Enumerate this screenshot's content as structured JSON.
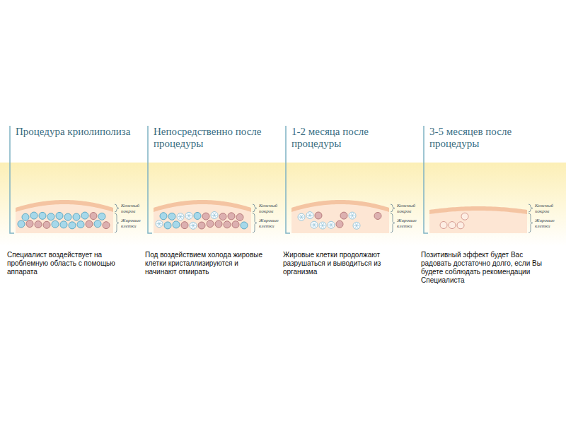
{
  "diagram": {
    "labels": [
      "Процедура криолиполиза",
      "Кожный покров",
      "Жировые клетки",
      "Специалист воздействует на проблемную область с помощью аппарата",
      "Непосредственно после процедуры",
      "Кожный покров",
      "Жировые клетки",
      "Под воздействием холода жировые клетки кристаллизируются и начинают отмирать",
      "1-2 месяца после процедуры",
      "Кожный покров",
      "Жировые клетки",
      "Жировые клетки продолжают разрушаться и выводиться из организма",
      "3-5 месяцев после процедуры",
      "Кожный покров",
      "Жировые клетки",
      "Позитивный эффект будет Вас радовать достаточно долго, если Вы будете соблюдать рекомендации Специалиста"
    ]
  }
}
